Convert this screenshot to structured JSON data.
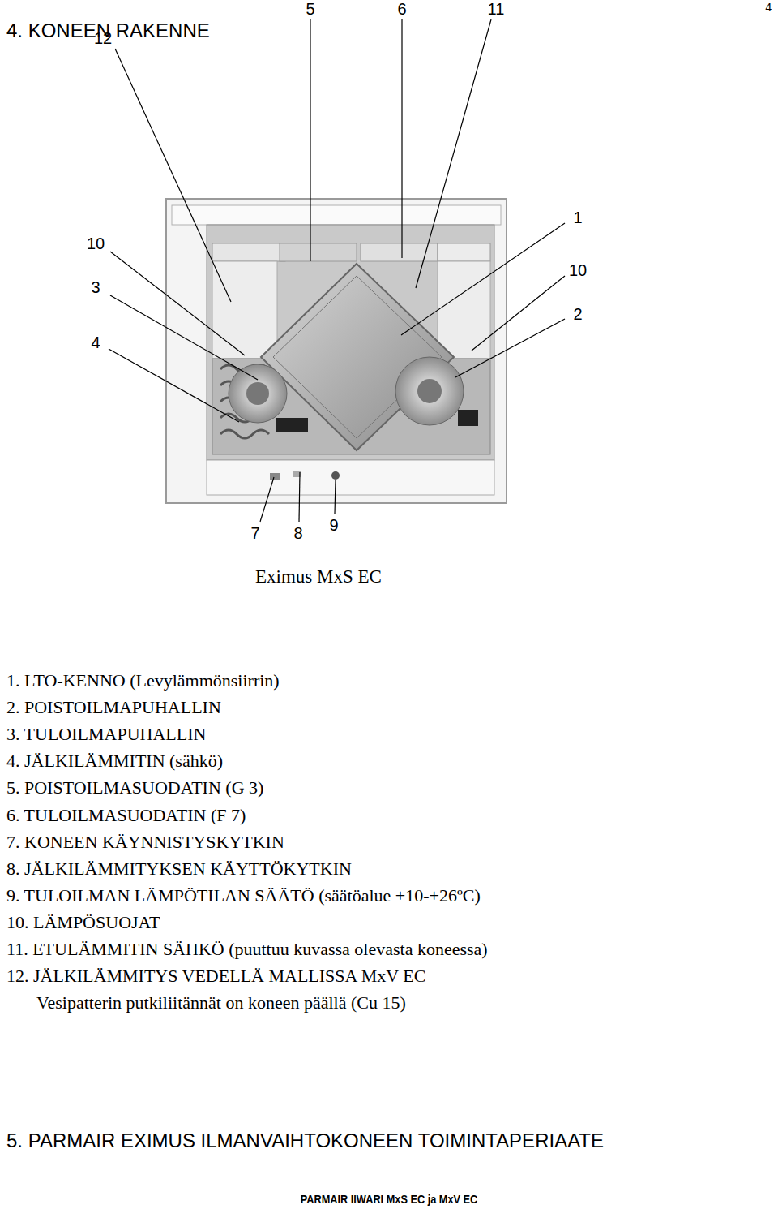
{
  "diagram": {
    "title": "4. KONEEN RAKENNE",
    "caption": "Eximus MxS EC",
    "labels": [
      "4",
      "5",
      "6",
      "11",
      "12",
      "10",
      "1",
      "3",
      "10",
      "2",
      "4",
      "7",
      "8",
      "9",
      "1. LTO-KENNO (Levylämmönsiirrin)",
      "2. POISTOILMAPUHALLIN",
      "3. TULOILMAPUHALLIN",
      "4. JÄLKILÄMMITIN (sähkö)",
      "5. POISTOILMASUODATIN (G 3)",
      "6. TULOILMASUODATIN (F 7)",
      "7. KONEEN KÄYNNISTYSKYTKIN",
      "8. JÄLKILÄMMITYKSEN KÄYTTÖKYTKIN",
      "9. TULOILMAN LÄMPÖTILAN SÄÄTÖ (säätöalue +10-+26ºC)",
      "10. LÄMPÖSUOJAT",
      "11. ETULÄMMITIN SÄHKÖ (puuttuu kuvassa olevasta koneessa)",
      "12. JÄLKILÄMMITYS VEDELLÄ MALLISSA MxV EC",
      "Vesipatterin putkiliitännät on koneen päällä (Cu 15)",
      "5. PARMAIR EXIMUS ILMANVAIHTOKONEEN TOIMINTAPERIAATE",
      "PARMAIR IIWARI MxS EC ja MxV EC"
    ]
  }
}
